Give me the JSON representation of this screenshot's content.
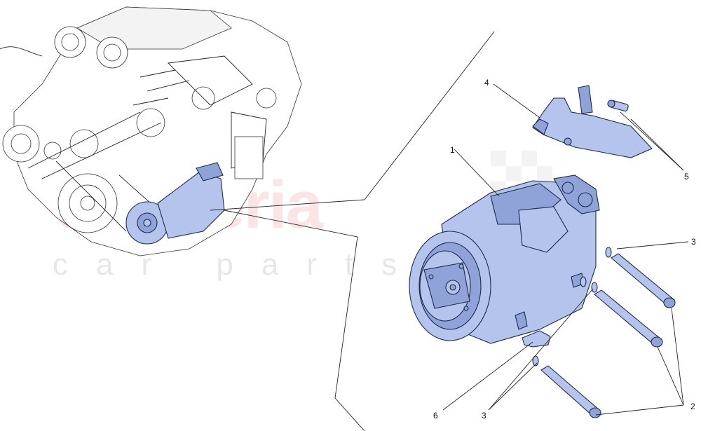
{
  "watermark": {
    "brand": "scuderia",
    "subtitle": "car parts"
  },
  "callouts": [
    {
      "id": "1",
      "label": "1"
    },
    {
      "id": "2",
      "label": "2"
    },
    {
      "id": "3a",
      "label": "3"
    },
    {
      "id": "3b",
      "label": "3"
    },
    {
      "id": "4",
      "label": "4"
    },
    {
      "id": "5",
      "label": "5"
    },
    {
      "id": "6",
      "label": "6"
    }
  ],
  "colors": {
    "highlight_part": "#b4c4ec",
    "line": "#222222",
    "watermark_red": "#f08a8a"
  }
}
